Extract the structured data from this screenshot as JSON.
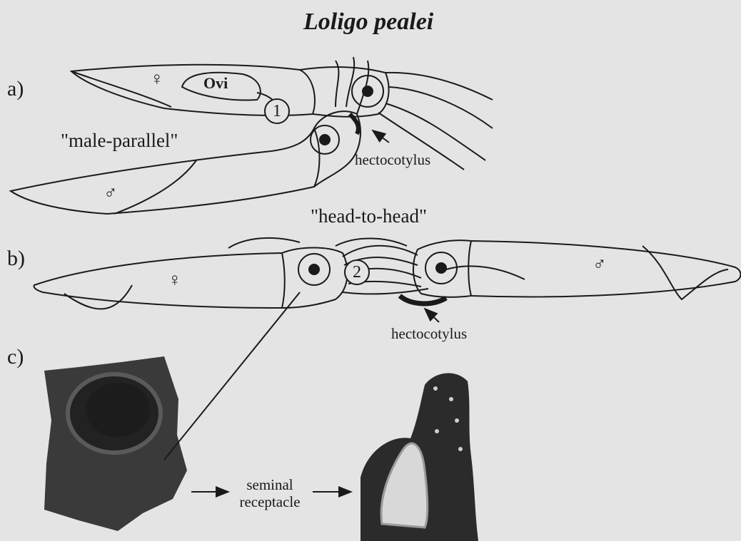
{
  "figure": {
    "title": "Loligo pealei",
    "panels": {
      "a": {
        "label": "a)",
        "mode": "\"male-parallel\"",
        "female_symbol": "♀",
        "male_symbol": "♂",
        "oviduct_label": "Ovi",
        "site_number": "1",
        "hectocotylus_label": "hectocotylus"
      },
      "b": {
        "label": "b)",
        "mode": "\"head-to-head\"",
        "female_symbol": "♀",
        "male_symbol": "♂",
        "site_number": "2",
        "hectocotylus_label": "hectocotylus"
      },
      "c": {
        "label": "c)",
        "caption_line1": "seminal",
        "caption_line2": "receptacle"
      }
    },
    "colors": {
      "background": "#e4e4e4",
      "ink": "#1a1a1a",
      "micrograph_dark": "#2b2b2b"
    }
  }
}
